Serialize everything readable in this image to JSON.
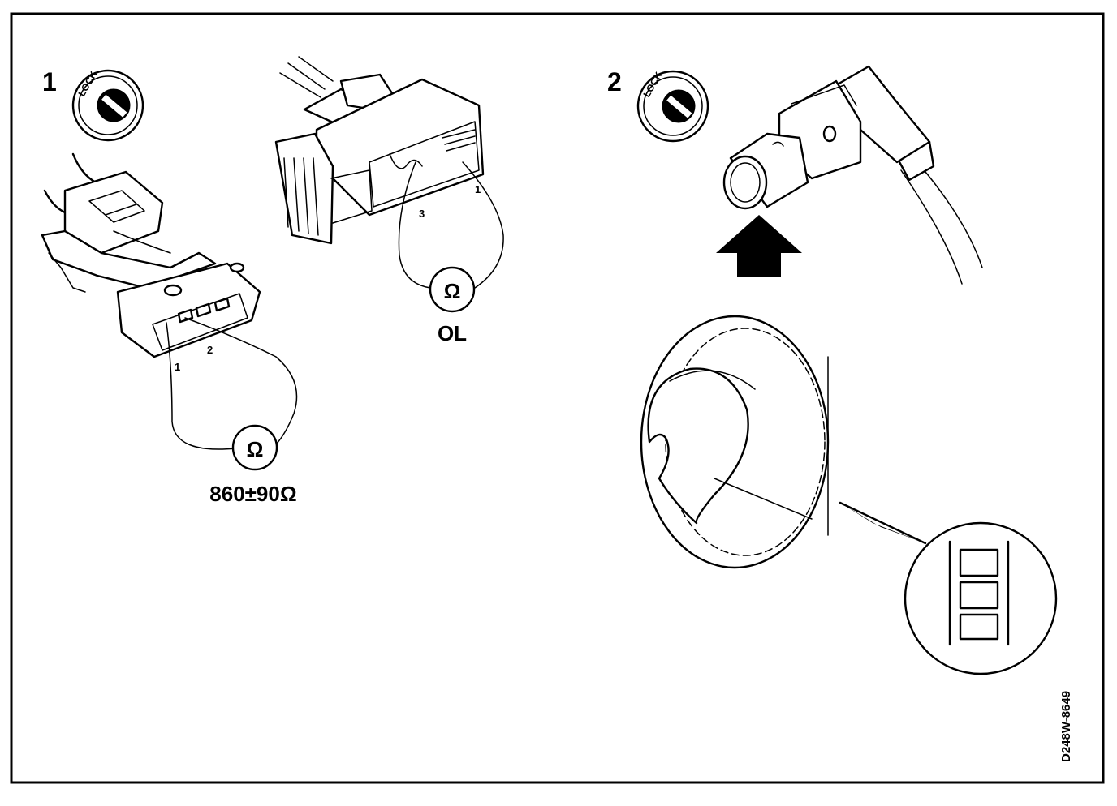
{
  "steps": [
    {
      "number": "1",
      "lock_label": "LOCK"
    },
    {
      "number": "2",
      "lock_label": "LOCK"
    }
  ],
  "step1": {
    "meter_a": {
      "symbol": "Ω",
      "reading": "860±90Ω",
      "pins": [
        "1",
        "2"
      ]
    },
    "meter_b": {
      "symbol": "Ω",
      "reading": "OL",
      "pins": [
        "3",
        "1"
      ]
    }
  },
  "figure_code": "D248W-8649"
}
